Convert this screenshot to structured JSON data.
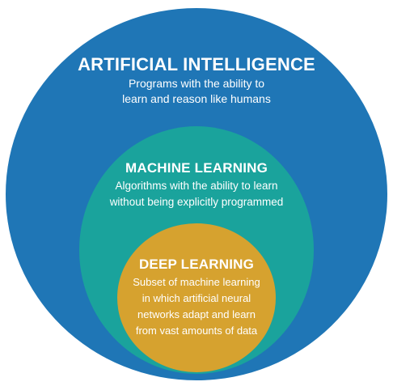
{
  "colors": {
    "artificial_intelligence": "#1f76b6",
    "machine_learning": "#1aa39c",
    "deep_learning": "#d6a22f",
    "text": "#ffffff"
  },
  "ai": {
    "title": "ARTIFICIAL INTELLIGENCE",
    "line1": "Programs with the ability to",
    "line2": "learn and reason like humans"
  },
  "ml": {
    "title": "MACHINE LEARNING",
    "line1": "Algorithms with the ability to learn",
    "line2": "without being explicitly programmed"
  },
  "dl": {
    "title": "DEEP LEARNING",
    "line1": "Subset of machine learning",
    "line2": "in which artificial neural",
    "line3": "networks adapt and learn",
    "line4": "from vast amounts of data"
  }
}
